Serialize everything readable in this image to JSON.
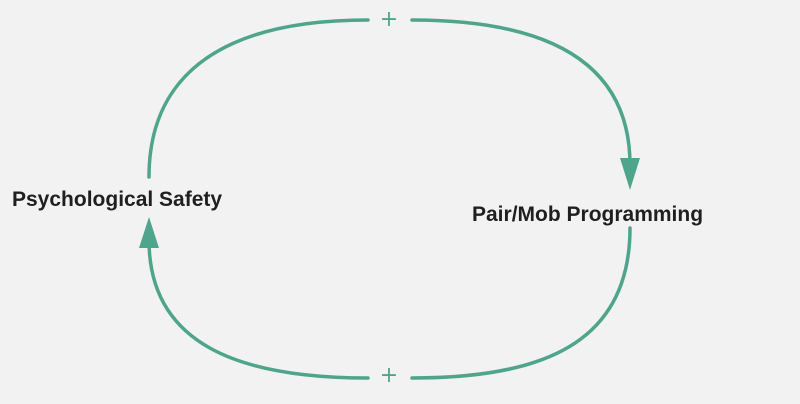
{
  "diagram": {
    "type": "causal-loop",
    "colors": {
      "link": "#4ea58b",
      "label": "#1f1f1f",
      "background": "#f2f2f2"
    },
    "nodes": [
      {
        "id": "psych",
        "label": "Psychological Safety"
      },
      {
        "id": "pair",
        "label": "Pair/Mob Programming"
      }
    ],
    "links": [
      {
        "from": "psych",
        "to": "pair",
        "polarity": "+"
      },
      {
        "from": "pair",
        "to": "psych",
        "polarity": "+"
      }
    ]
  }
}
